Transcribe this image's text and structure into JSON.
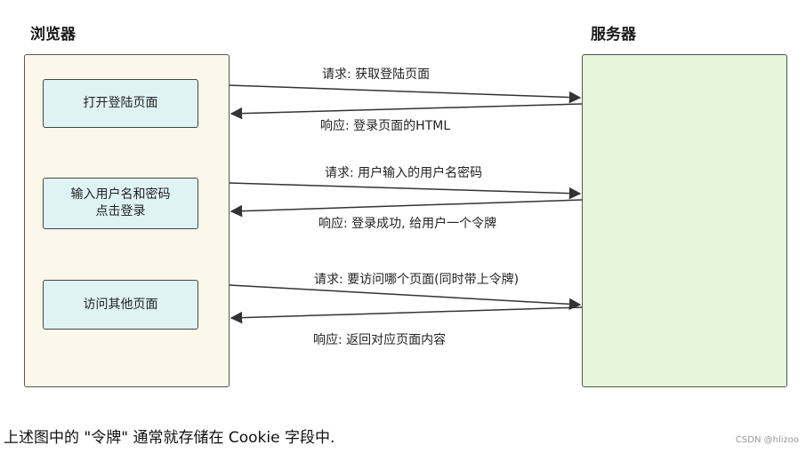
{
  "diagram": {
    "browser_title": "浏览器",
    "server_title": "服务器",
    "steps": [
      {
        "lines": [
          "打开登陆页面"
        ]
      },
      {
        "lines": [
          "输入用户名和密码",
          "点击登录"
        ]
      },
      {
        "lines": [
          "访问其他页面"
        ]
      }
    ],
    "messages": [
      {
        "label": "请求: 获取登陆页面",
        "direction": "request"
      },
      {
        "label": "响应: 登录页面的HTML",
        "direction": "response"
      },
      {
        "label": "请求: 用户输入的用户名密码",
        "direction": "request"
      },
      {
        "label": "响应: 登录成功, 给用户一个令牌",
        "direction": "response"
      },
      {
        "label": "请求: 要访问哪个页面(同时带上令牌)",
        "direction": "request"
      },
      {
        "label": "响应: 返回对应页面内容",
        "direction": "response"
      }
    ]
  },
  "caption": "上述图中的 \"令牌\" 通常就存储在 Cookie 字段中.",
  "watermark": "CSDN @hlizoo",
  "colors": {
    "browser_bg": "#fbf8eb",
    "server_bg": "#e6f4d8",
    "step_bg": "#dff3f4"
  }
}
